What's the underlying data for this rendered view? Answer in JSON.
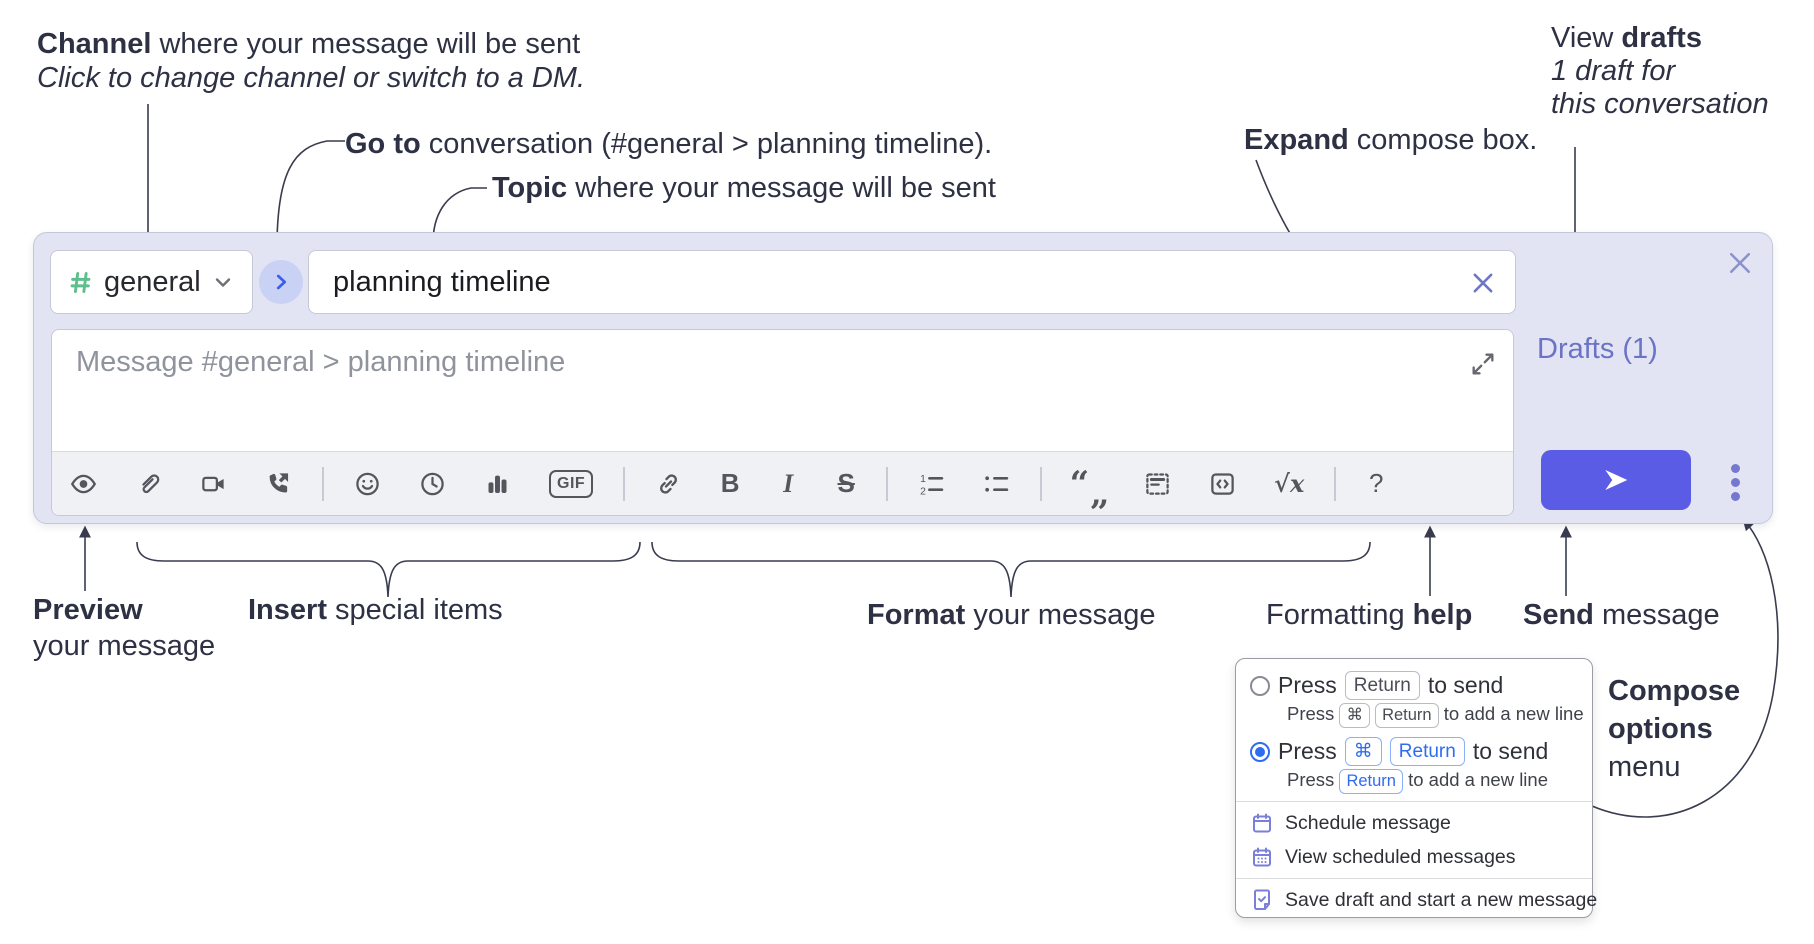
{
  "annotations": {
    "channel": {
      "bold": "Channel",
      "rest": " where your message will be sent",
      "sub": "Click to change channel or switch to a DM."
    },
    "goto": {
      "bold": "Go to",
      "rest": " conversation (#general > planning timeline)."
    },
    "topic": {
      "bold": "Topic",
      "rest": " where your message will be sent"
    },
    "expand": {
      "bold": "Expand",
      "rest": " compose box."
    },
    "view_drafts": {
      "line1_pre": "View ",
      "line1_bold": "drafts",
      "line2": "1 draft for",
      "line3": "this conversation"
    },
    "preview": {
      "bold": "Preview",
      "line2": "your message"
    },
    "insert": {
      "bold": "Insert",
      "rest": " special items"
    },
    "format": {
      "bold": "Format",
      "rest": " your message"
    },
    "formatting_help": {
      "pre": "Formatting ",
      "bold": "help"
    },
    "send": {
      "bold": "Send",
      "rest": " message"
    },
    "compose_options": {
      "line1": "Compose",
      "line2": "options",
      "line3": "menu"
    }
  },
  "compose": {
    "channel_name": "general",
    "topic_value": "planning timeline",
    "message_placeholder": "Message #general > planning timeline",
    "drafts_label": "Drafts (1)",
    "toolbar": {
      "gif_label": "GIF",
      "bold_label": "B",
      "italic_label": "I",
      "strike_label": "S",
      "math_label": "√x",
      "help_label": "?",
      "icon_names": [
        "preview-eye",
        "attach-file",
        "video-call",
        "voice-call",
        "emoji",
        "global-time",
        "poll",
        "gif",
        "link",
        "bold",
        "italic",
        "strikethrough",
        "numbered-list",
        "bulleted-list",
        "quote",
        "spoiler",
        "code",
        "math",
        "help"
      ]
    }
  },
  "popup": {
    "opt1": {
      "press": "Press",
      "key": "Return",
      "tail": "to send",
      "sub_press": "Press",
      "sub_key1": "⌘",
      "sub_key2": "Return",
      "sub_tail": "to add a new line"
    },
    "opt2": {
      "press": "Press",
      "key1": "⌘",
      "key2": "Return",
      "tail": "to send",
      "sub_press": "Press",
      "sub_key": "Return",
      "sub_tail": "to add a new line"
    },
    "item1": "Schedule message",
    "item2": "View scheduled messages",
    "item3": "Save draft and start a new message"
  },
  "colors": {
    "panel_bg": "#e2e4f3",
    "accent_purple": "#5b5ce6",
    "link_purple": "#6b73c6",
    "hash_green": "#5fbe8d",
    "kbd_blue": "#2e6cf0",
    "annotation_ink": "#2d3143"
  }
}
